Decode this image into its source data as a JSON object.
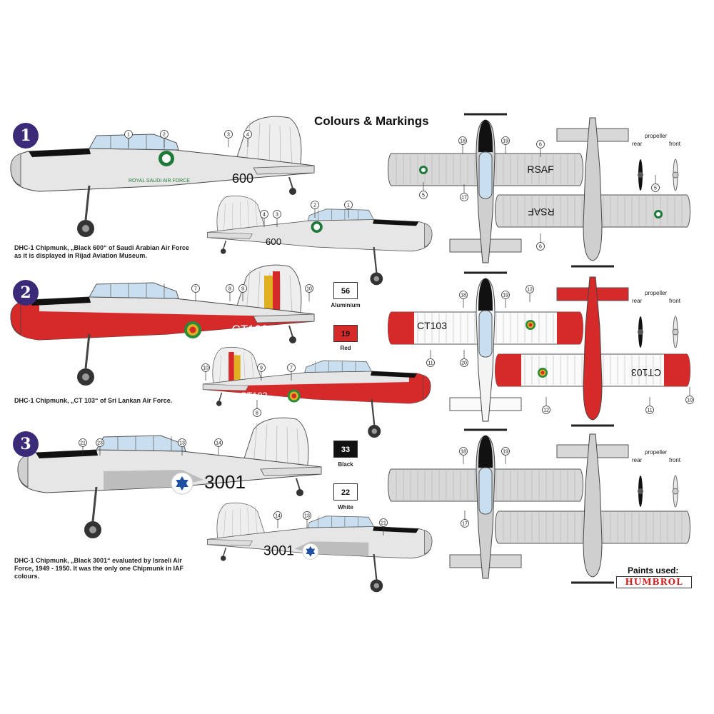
{
  "title": "Colours & Markings",
  "profiles": [
    {
      "number": "1",
      "caption_line1": "DHC-1 Chipmunk, „Black 600“ of Saudi Arabian Air Force",
      "caption_line2": "as it is displayed in Rijad Aviation Museum.",
      "code": "600",
      "wing_code": "RSAF",
      "fuselage_text": "ROYAL SAUDI AIR FORCE",
      "callouts_big": [
        "1",
        "2",
        "3",
        "4"
      ],
      "callouts_small": [
        "4",
        "3",
        "2",
        "1"
      ],
      "callouts_top": [
        "18",
        "19",
        "17",
        "5",
        "6",
        "5",
        "6"
      ]
    },
    {
      "number": "2",
      "caption_line1": "DHC-1 Chipmunk, „CT 103“ of Sri Lankan Air Force.",
      "code": "CT103",
      "wing_code": "CT103",
      "callouts_big": [
        "7",
        "8",
        "9",
        "10"
      ],
      "callouts_small": [
        "10",
        "9",
        "7",
        "8"
      ],
      "callouts_top": [
        "18",
        "19",
        "12",
        "11",
        "20",
        "12",
        "11",
        "10"
      ]
    },
    {
      "number": "3",
      "caption_line1": "DHC-1 Chipmunk, „Black 3001“ evaluated by Israeli Air",
      "caption_line2": "Force, 1949 - 1950. It was the only one Chipmunk in IAF",
      "caption_line3": "colours.",
      "code": "3001",
      "callouts_big": [
        "21",
        "23",
        "13",
        "14"
      ],
      "callouts_small": [
        "14",
        "13",
        "21"
      ],
      "callouts_top": [
        "18",
        "19",
        "17"
      ]
    }
  ],
  "paints": [
    {
      "code": "56",
      "name": "Aluminium",
      "color": "#ffffff",
      "text_color": "#111111"
    },
    {
      "code": "19",
      "name": "Red",
      "color": "#d62a2a",
      "text_color": "#111111"
    },
    {
      "code": "33",
      "name": "Black",
      "color": "#111111",
      "text_color": "#ffffff"
    },
    {
      "code": "22",
      "name": "White",
      "color": "#ffffff",
      "text_color": "#111111"
    }
  ],
  "propeller": {
    "title": "propeller",
    "rear": "rear",
    "front": "front"
  },
  "paints_used": "Paints used:",
  "brand": "HUMBROL",
  "colors": {
    "number_badge": "#3b2a78",
    "aluminium": "#e4e4e4",
    "red": "#d62a2a",
    "black": "#111111",
    "saudi_green": "#1f7a3a",
    "israel_blue": "#1f4fa0",
    "canopy": "#c9dff0"
  }
}
